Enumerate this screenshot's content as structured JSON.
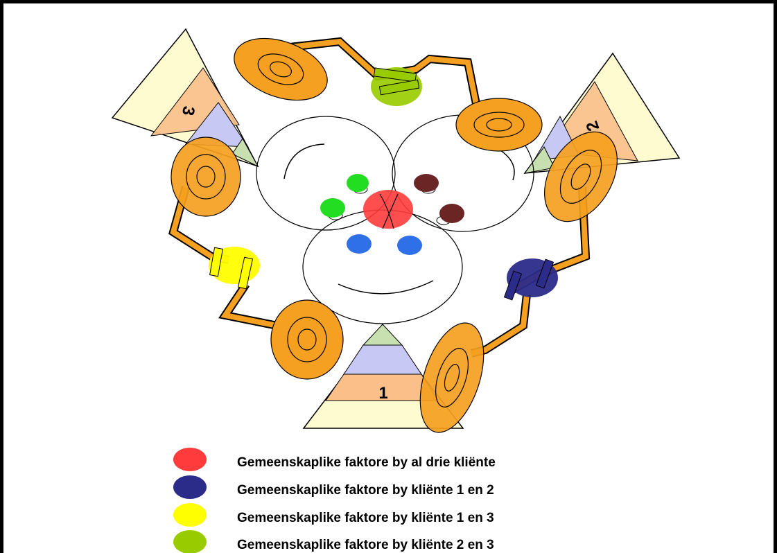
{
  "diagram": {
    "pyramid_labels": {
      "p1": "1",
      "p2": "2",
      "p3": "3"
    },
    "colors": {
      "common_all": "#ff3b3b",
      "common_1_2": "#2b2b8a",
      "common_1_3": "#ffff00",
      "common_2_3": "#99cc00",
      "disc": "#f5a020",
      "wire": "#f5a020",
      "dot_green": "#22dd22",
      "dot_brown": "#6b2525",
      "dot_blue": "#2f6fe8"
    },
    "legend": [
      {
        "color_key": "common_all",
        "label": "Gemeenskaplike faktore by al drie kliënte"
      },
      {
        "color_key": "common_1_2",
        "label": "Gemeenskaplike faktore by kliënte 1 en 2"
      },
      {
        "color_key": "common_1_3",
        "label": "Gemeenskaplike faktore by kliënte 1 en 3"
      },
      {
        "color_key": "common_2_3",
        "label": "Gemeenskaplike faktore by kliënte 2 en 3"
      }
    ]
  }
}
